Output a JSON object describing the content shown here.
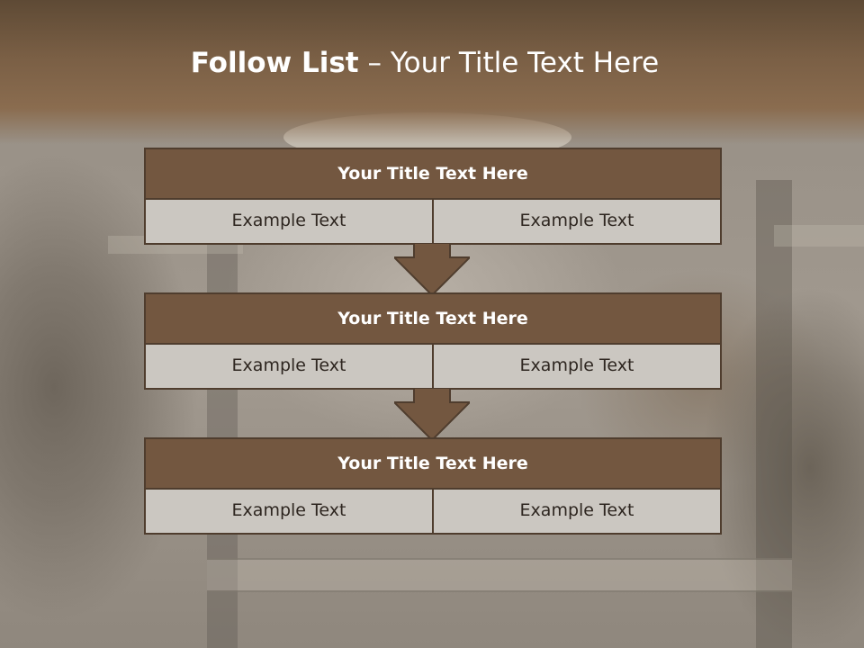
{
  "slide": {
    "title_bold": "Follow List",
    "title_rest": "– Your Title Text Here"
  },
  "blocks": [
    {
      "title": "Your Title Text Here",
      "left": "Example Text",
      "right": "Example Text"
    },
    {
      "title": "Your Title Text Here",
      "left": "Example Text",
      "right": "Example Text"
    },
    {
      "title": "Your Title Text Here",
      "left": "Example Text",
      "right": "Example Text"
    }
  ],
  "colors": {
    "header_brown": "#735740",
    "border_brown": "#4f3d2e",
    "cell_grey": "#cbc7c1"
  },
  "icons": [
    "down-arrow-icon",
    "down-arrow-icon"
  ]
}
